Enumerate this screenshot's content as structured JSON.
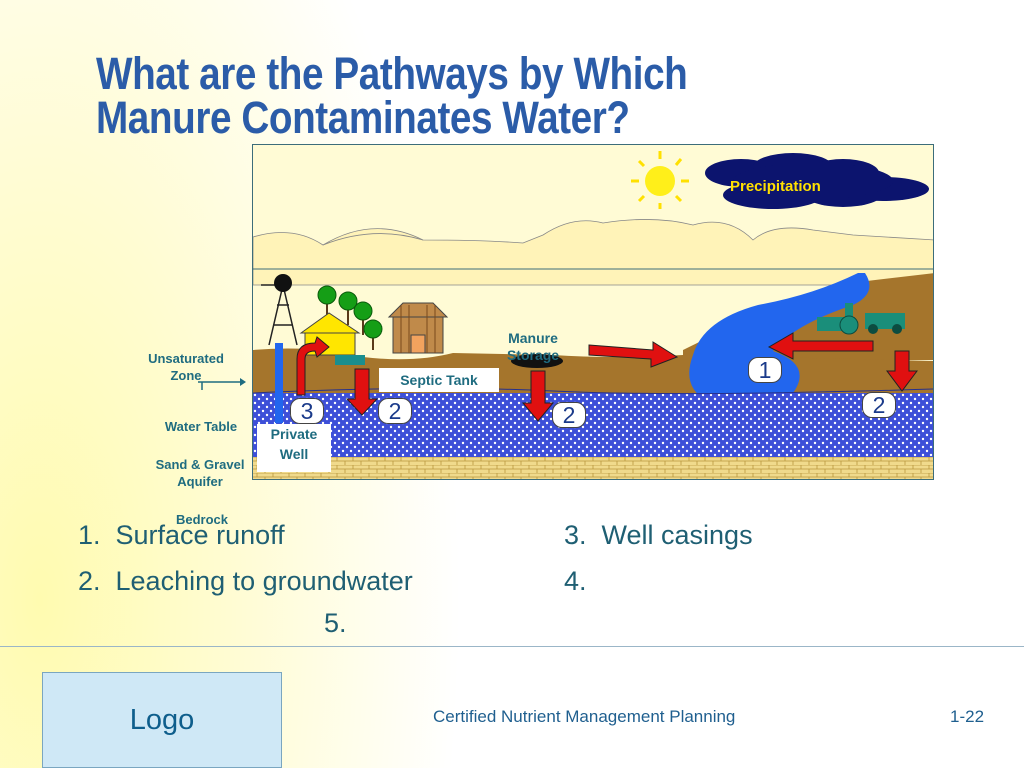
{
  "slide": {
    "title_line1": "What are the Pathways by Which",
    "title_line2": "Manure Contaminates Water?"
  },
  "diagram": {
    "precipitation": "Precipitation",
    "manure_storage_line1": "Manure",
    "manure_storage_line2": "Storage",
    "septic_tank": "Septic Tank",
    "private_well_line1": "Private",
    "private_well_line2": "Well",
    "side_labels": {
      "unsaturated_line1": "Unsaturated",
      "unsaturated_line2": "Zone",
      "water_table": "Water Table",
      "aquifer_line1": "Sand & Gravel",
      "aquifer_line2": "Aquifer",
      "bedrock": "Bedrock"
    },
    "badges": {
      "runoff": "1",
      "leach_left": "2",
      "leach_mid": "2",
      "leach_right": "2",
      "well": "3"
    }
  },
  "list": {
    "item1": "1.  Surface runoff",
    "item2": "2.  Leaching to groundwater",
    "item3": "3.  Well casings",
    "item4": "4.",
    "item5": "5."
  },
  "footer": {
    "logo": "Logo",
    "course": "Certified Nutrient Management Planning",
    "page": "1-22"
  },
  "colors": {
    "title": "#2b5ca8",
    "label_teal": "#1f6c80",
    "arrow_red": "#e01010",
    "water_blue": "#2266ee",
    "soil_brown": "#a5752c",
    "aquifer_blue": "#3d4fd8",
    "bedrock_tan": "#f0da8c"
  }
}
